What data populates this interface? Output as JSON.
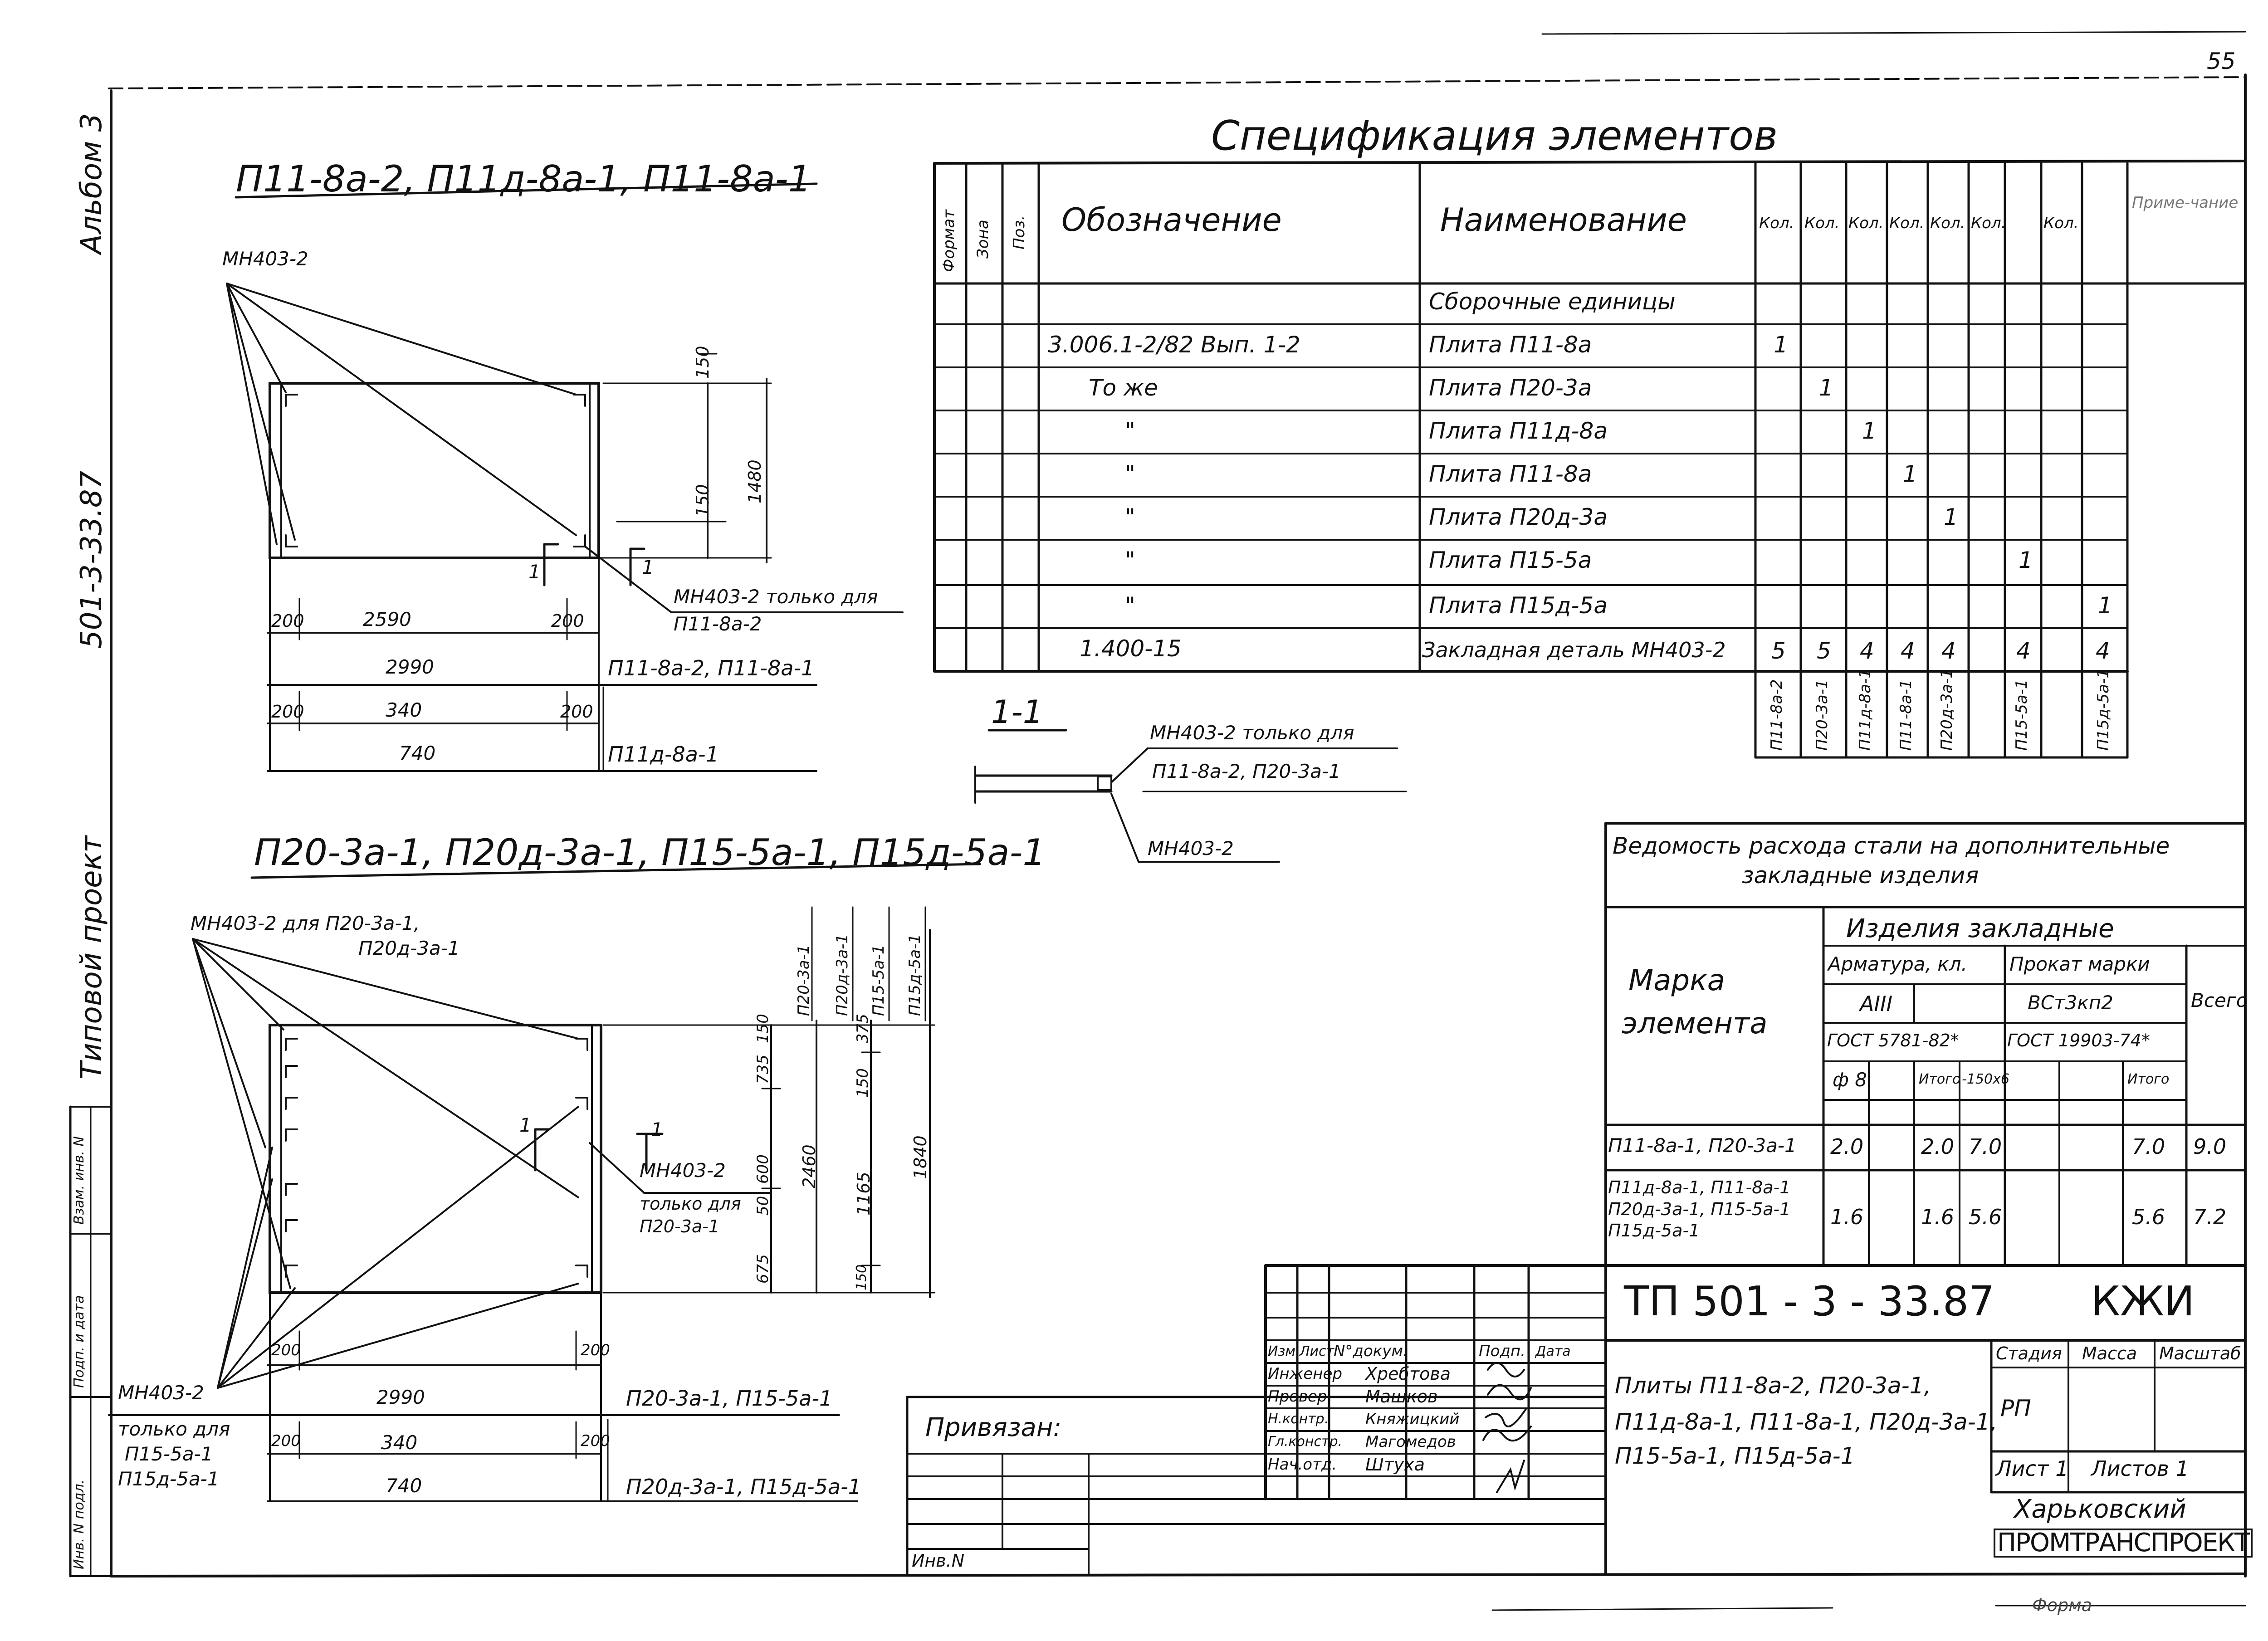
{
  "page_number": "55",
  "side": {
    "album": "Альбом 3",
    "project_code": "501-3-33.87",
    "project_label": "Типовой проект",
    "inv_podl": "Инв. N подл.",
    "podp_data": "Подп. и дата",
    "vzam_inv": "Взам. инв. N"
  },
  "view1": {
    "title": "П11-8а-2, П11д-8а-1, П11-8а-1",
    "leader": "МН403-2",
    "dims": {
      "d150a": "150",
      "d1480": "1480",
      "d150b": "150",
      "d200a": "200",
      "d2590": "2590",
      "d200b": "200",
      "d2990": "2990",
      "d200c": "200",
      "d340": "340",
      "d200d": "200",
      "d740": "740"
    },
    "cut": "1",
    "note1": "МН403-2 только для",
    "note2": "П11-8а-2",
    "row2990": "П11-8а-2, П11-8а-1",
    "row740": "П11д-8а-1"
  },
  "section": {
    "title": "1-1",
    "note1": "МН403-2 только для",
    "note2": "П11-8а-2, П20-3а-1",
    "note3": "МН403-2"
  },
  "view2": {
    "title": "П20-3а-1, П20д-3а-1, П15-5а-1, П15д-5а-1",
    "leader1": "МН403-2 для П20-3а-1,",
    "leader2": "П20д-3а-1",
    "dims": {
      "d735": "735",
      "d150t": "150",
      "d600": "600",
      "d50": "50",
      "d675": "675",
      "d2460": "2460",
      "d1165": "1165",
      "d150m": "150",
      "d375": "375",
      "d1840": "1840",
      "d150b": "150",
      "d200a": "200",
      "d200b": "200",
      "d2990": "2990",
      "d200c": "200",
      "d340": "340",
      "d200d": "200",
      "d740": "740"
    },
    "col_labels": [
      "П20-3а-1",
      "П20д-3а-1",
      "П15-5а-1",
      "П15д-5а-1"
    ],
    "note1": "МН403-2",
    "note2": "только для",
    "note3": "П20-3а-1",
    "leftnote1": "МН403-2",
    "leftnote2": "только для",
    "leftnote3": "П15-5а-1",
    "leftnote4": "П15д-5а-1",
    "row2990": "П20-3а-1, П15-5а-1",
    "row740": "П20д-3а-1, П15д-5а-1",
    "cut": "1"
  },
  "spec": {
    "title": "Спецификация элементов",
    "headers": {
      "format": "Формат",
      "zone": "Зона",
      "pos": "Поз.",
      "designation": "Обозначение",
      "name": "Наименование",
      "qty": "Кол.",
      "note": "Приме-чание"
    },
    "rows": [
      {
        "des": "",
        "name": "Сборочные единицы",
        "q": [
          "",
          "",
          "",
          "",
          "",
          "",
          ""
        ]
      },
      {
        "des": "3.006.1-2/82  Вып. 1-2",
        "name": "Плита П11-8а",
        "q": [
          "1",
          "",
          "",
          "",
          "",
          "",
          ""
        ]
      },
      {
        "des": "То же",
        "name": "Плита П20-3а",
        "q": [
          "",
          "1",
          "",
          "",
          "",
          "",
          ""
        ]
      },
      {
        "des": "\"",
        "name": "Плита П11д-8а",
        "q": [
          "",
          "",
          "1",
          "",
          "",
          "",
          ""
        ]
      },
      {
        "des": "\"",
        "name": "Плита П11-8а",
        "q": [
          "",
          "",
          "",
          "1",
          "",
          "",
          ""
        ]
      },
      {
        "des": "\"",
        "name": "Плита П20д-3а",
        "q": [
          "",
          "",
          "",
          "",
          "1",
          "",
          ""
        ]
      },
      {
        "des": "\"",
        "name": "Плита П15-5а",
        "q": [
          "",
          "",
          "",
          "",
          "",
          "1",
          ""
        ]
      },
      {
        "des": "\"",
        "name": "Плита П15д-5а",
        "q": [
          "",
          "",
          "",
          "",
          "",
          "",
          "1"
        ]
      },
      {
        "des": "1.400-15",
        "name": "Закладная деталь МН403-2",
        "q": [
          "5",
          "5",
          "4",
          "4",
          "4",
          "4",
          "4"
        ]
      }
    ],
    "col_marks": [
      "П11-8а-2",
      "П20-3а-1",
      "П11д-8а-1",
      "П11-8а-1",
      "П20д-3а-1",
      "П15-5а-1",
      "П15д-5а-1"
    ]
  },
  "steel": {
    "title1": "Ведомость расхода стали на дополнительные",
    "title2": "закладные изделия",
    "mark1": "Марка",
    "mark2": "элемента",
    "izd": "Изделия закладные",
    "arm": "Арматура, кл.",
    "prokat": "Прокат марки",
    "aiii": "АIII",
    "vst": "ВСт3кп2",
    "gost1": "ГОСТ 5781-82*",
    "gost2": "ГОСТ 19903-74*",
    "total": "Всего",
    "phi8": "ф 8",
    "itogo": "Итого",
    "size": "-150х6",
    "rows": [
      {
        "mark": "П11-8а-1, П20-3а-1",
        "a": "2.0",
        "b": "2.0",
        "c": "7.0",
        "d": "7.0",
        "t": "9.0"
      },
      {
        "mark": "П11д-8а-1, П11-8а-1\nП20д-3а-1, П15-5а-1\nП15д-5а-1",
        "a": "1.6",
        "b": "1.6",
        "c": "5.6",
        "d": "5.6",
        "t": "7.2"
      }
    ]
  },
  "stamp": {
    "code": "ТП   501 - 3 - 33.87",
    "mark": "КЖИ",
    "h_izm": "Изм.",
    "h_list": "Лист",
    "h_doc": "N°докум.",
    "h_podp": "Подп.",
    "h_data": "Дата",
    "people": [
      {
        "role": "Инженер",
        "name": "Хребтова"
      },
      {
        "role": "Провер.",
        "name": "Машков"
      },
      {
        "role": "Н.контр.",
        "name": "Княжицкий"
      },
      {
        "role": "Гл.констр.",
        "name": "Магомедов"
      },
      {
        "role": "Нач.отд.",
        "name": "Штуха"
      }
    ],
    "desc1": "Плиты П11-8а-2, П20-3а-1,",
    "desc2": "П11д-8а-1, П11-8а-1, П20д-3а-1,",
    "desc3": "П15-5а-1, П15д-5а-1",
    "stadia": "Стадия",
    "massa": "Масса",
    "masshtab": "Масштаб",
    "rp": "РП",
    "list": "Лист 1",
    "listov": "Листов 1",
    "org1": "Харьковский",
    "org2": "ПРОМТРАНСПРОЕКТ",
    "privyazan": "Привязан:",
    "inv": "Инв.N"
  },
  "forma": "Форма"
}
